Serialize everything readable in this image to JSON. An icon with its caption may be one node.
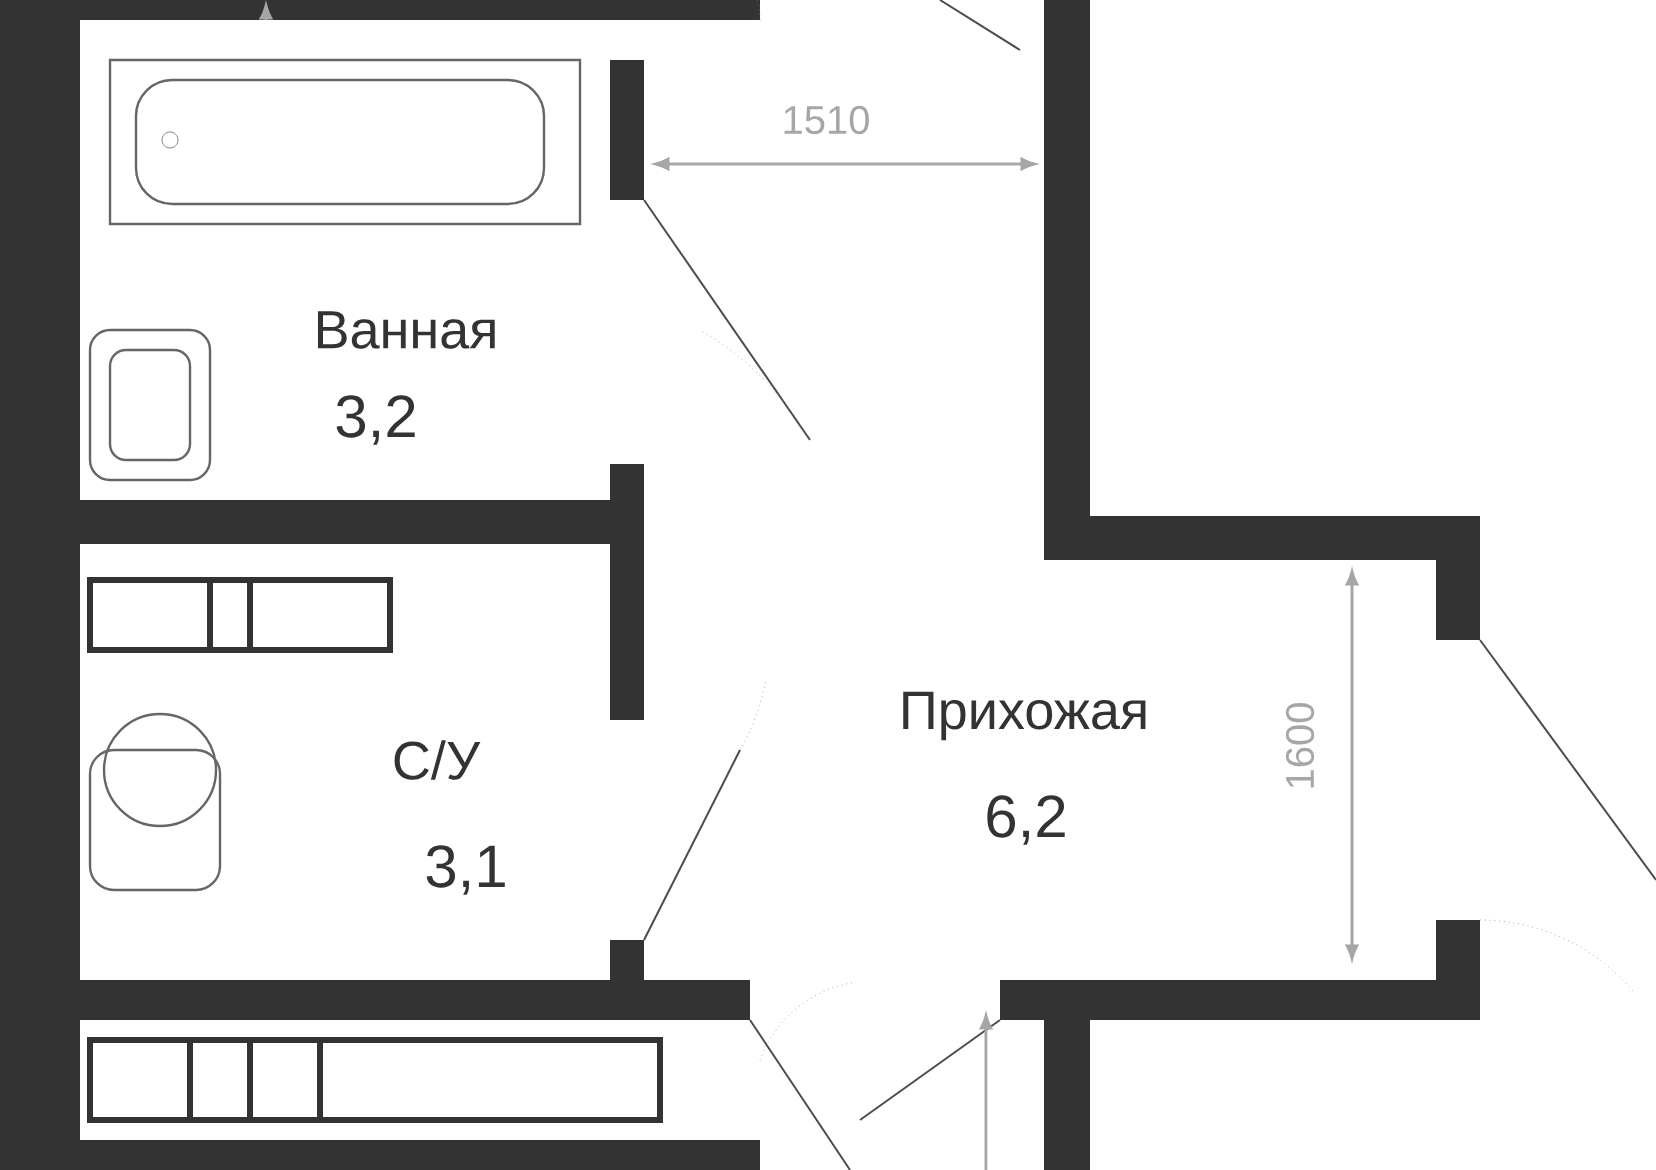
{
  "diagram": {
    "labels": [
      "1510",
      "Ванная",
      "3,2",
      "Прихожая",
      "С/У",
      "1600",
      "6,2",
      "3,1"
    ]
  }
}
